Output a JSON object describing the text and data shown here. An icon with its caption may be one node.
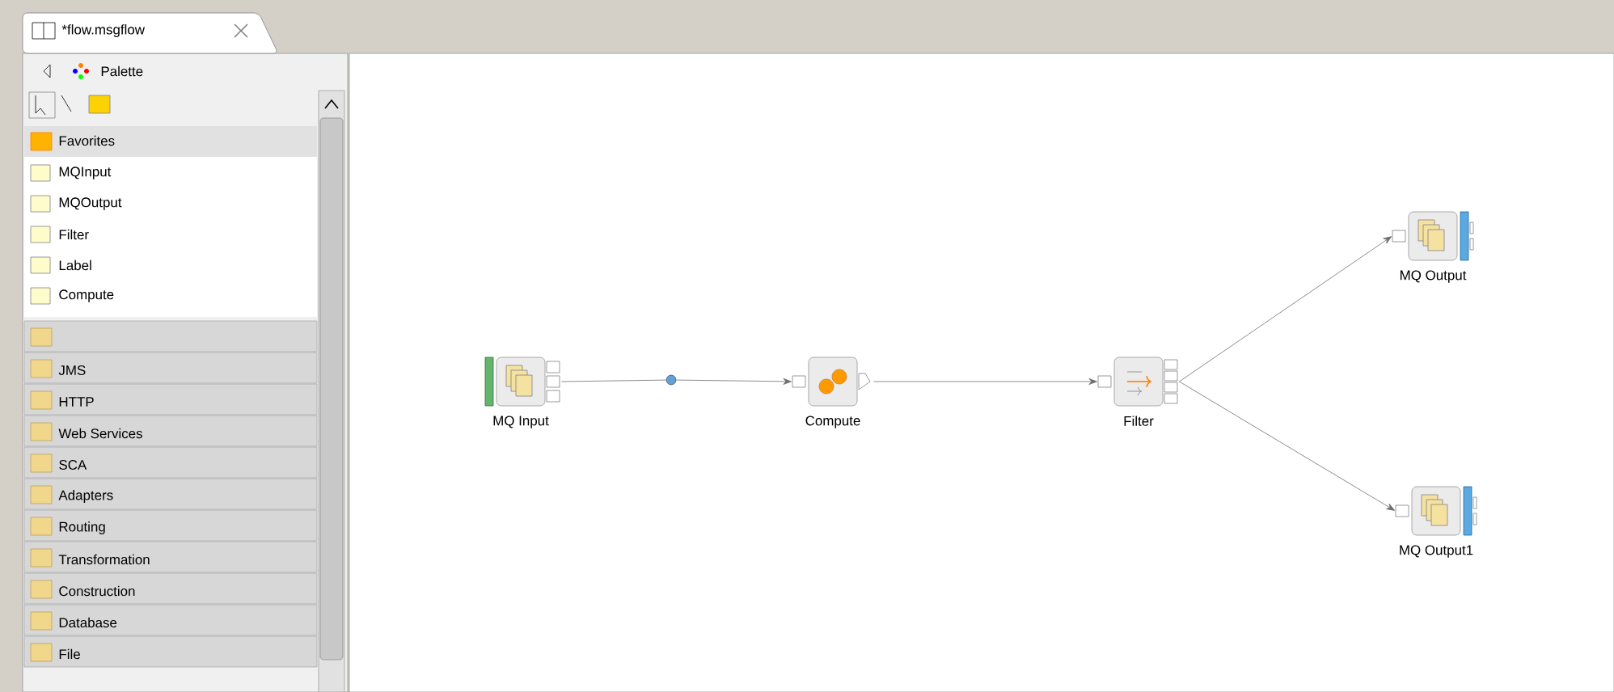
{
  "diagram": {
    "nodes": [
      {
        "text": [
          "MQ Input"
        ]
      },
      {
        "text": [],
        "shape": "circle"
      },
      {
        "text": [
          "Compute"
        ]
      },
      {
        "text": [
          "Filter"
        ]
      },
      {
        "text": [
          "MQ Output"
        ]
      },
      {
        "text": [
          "MQ Output1"
        ]
      }
    ],
    "edges": [
      {
        "from": 0,
        "to": 1,
        "arrow": "none"
      },
      {
        "from": 1,
        "to": 2,
        "arrow": "to"
      },
      {
        "from": 2,
        "to": 3,
        "arrow": "to"
      },
      {
        "from": 3,
        "to": 4,
        "arrow": "to"
      },
      {
        "from": 3,
        "to": 5,
        "arrow": "to"
      }
    ],
    "labels": [
      "*flow.msgflow",
      "Palette",
      "Favorites",
      "MQInput",
      "MQOutput",
      "Filter",
      "Label",
      "Compute",
      "JMS",
      "HTTP",
      "Web Services",
      "SCA",
      "Adapters",
      "Routing",
      "Transformation",
      "Construction",
      "Database",
      "File"
    ]
  }
}
